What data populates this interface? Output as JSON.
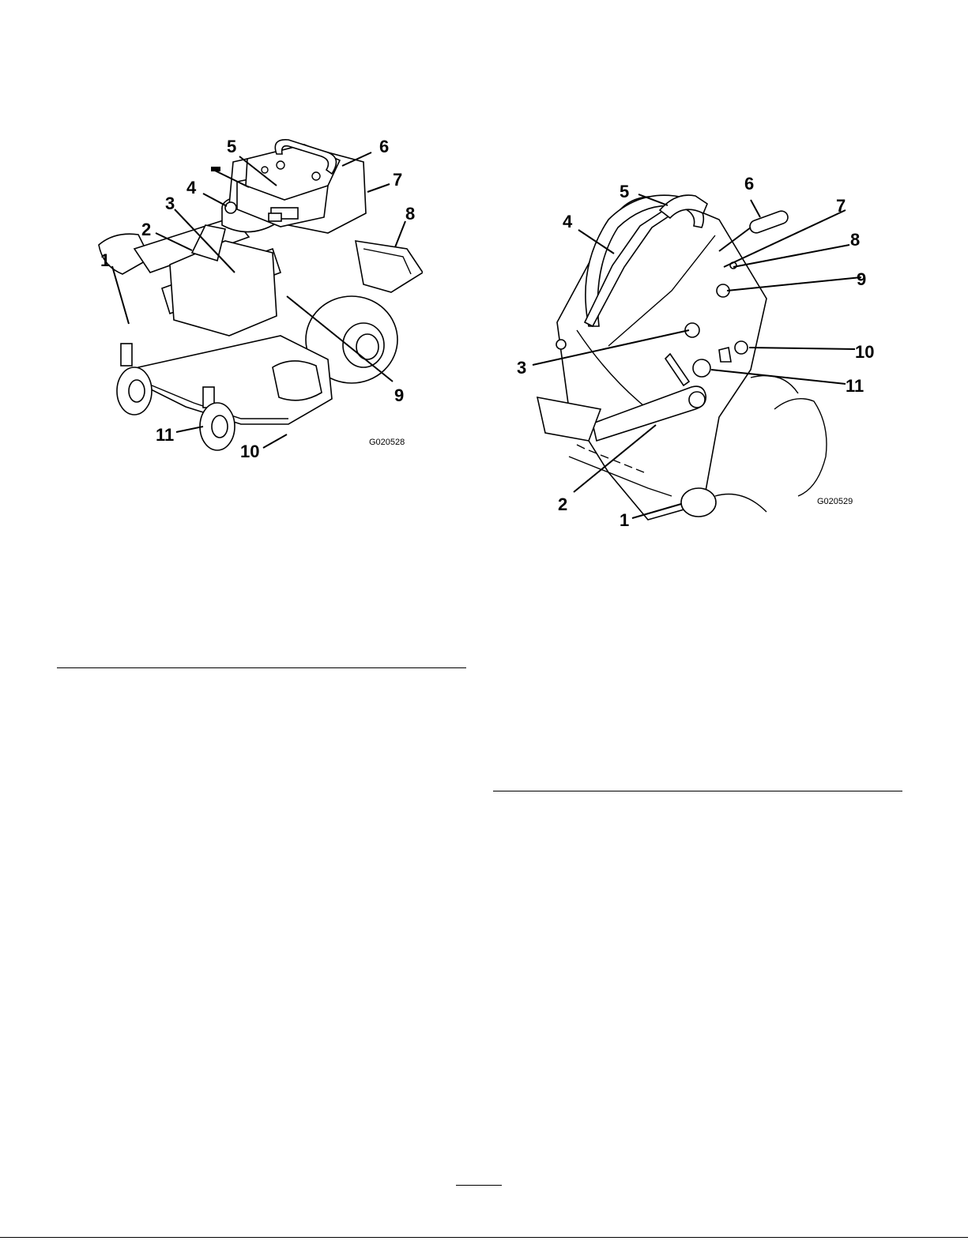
{
  "figures": [
    {
      "code": "G020528",
      "callouts": [
        "1",
        "2",
        "3",
        "4",
        "5",
        "6",
        "7",
        "8",
        "9",
        "10",
        "11"
      ]
    },
    {
      "code": "G020529",
      "callouts": [
        "1",
        "2",
        "3",
        "4",
        "5",
        "6",
        "7",
        "8",
        "9",
        "10",
        "11"
      ]
    }
  ]
}
